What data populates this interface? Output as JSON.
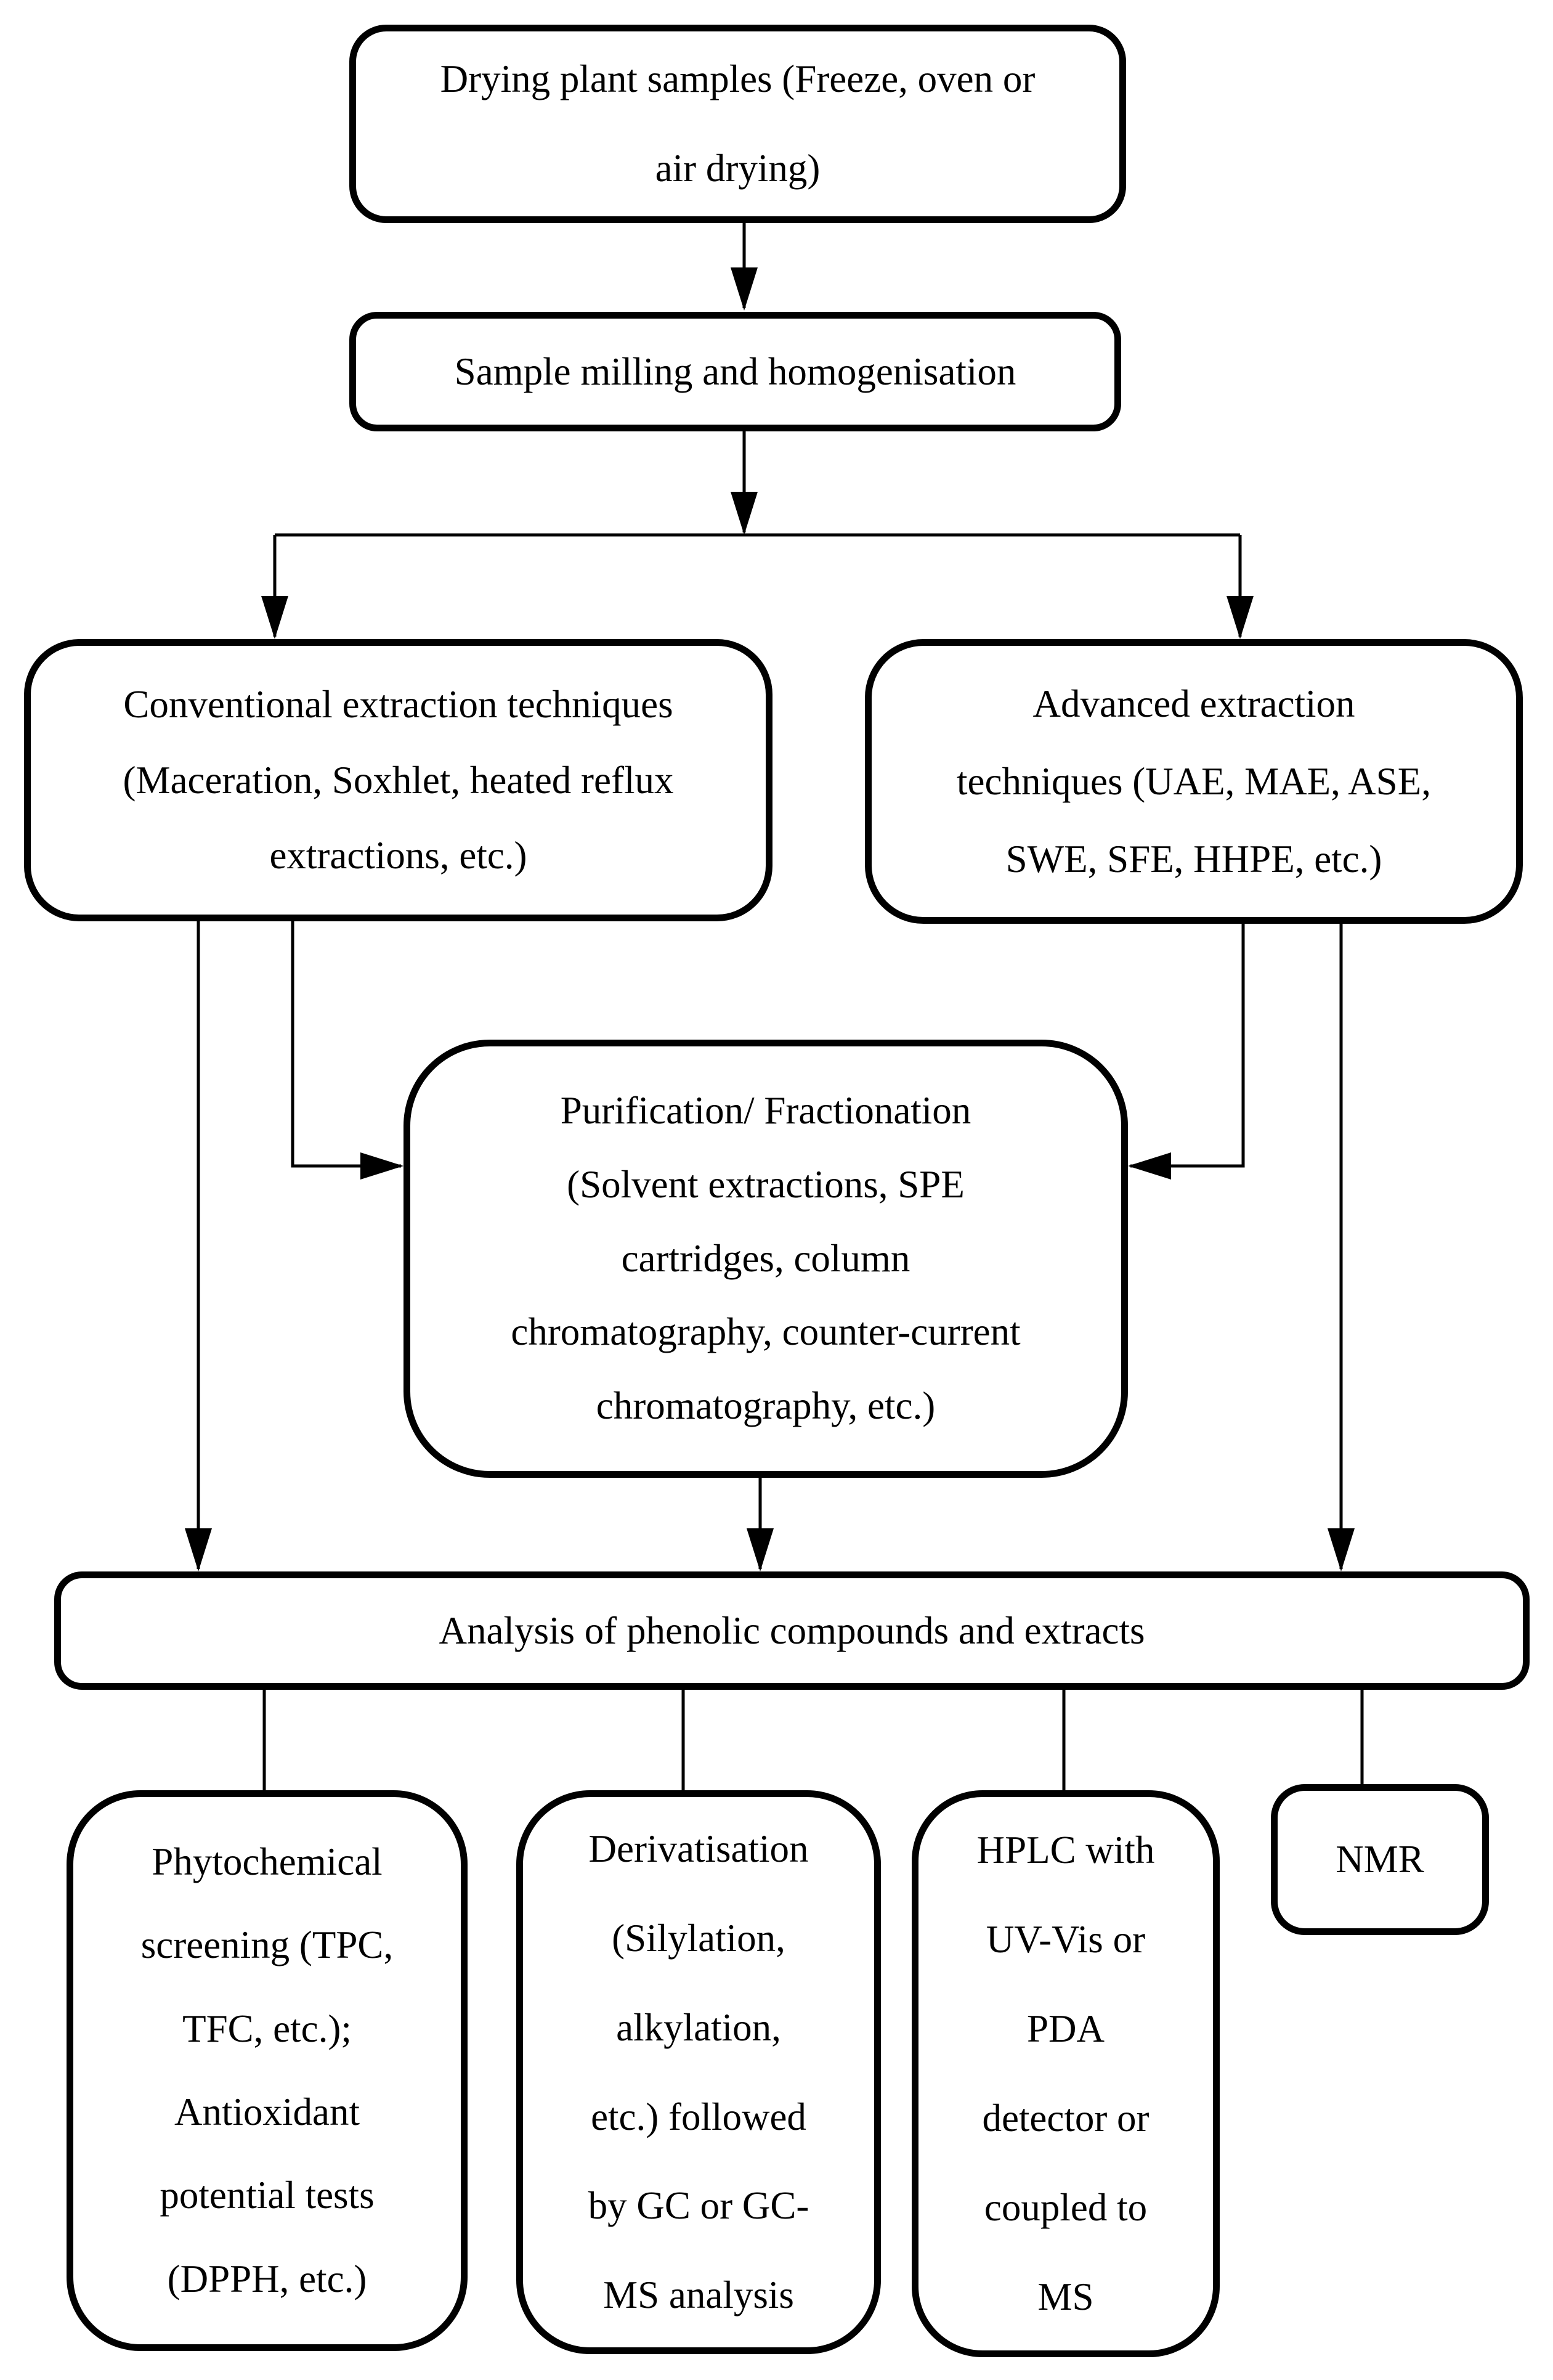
{
  "diagram": {
    "type": "flowchart",
    "colors": {
      "stroke": "#000000",
      "background": "#ffffff",
      "text": "#000000"
    },
    "nodes": {
      "drying": {
        "label": "Drying plant samples (Freeze, oven or air drying)",
        "lines": [
          "Drying plant samples (Freeze, oven or",
          "air drying)"
        ]
      },
      "milling": {
        "label": "Sample milling and homogenisation",
        "lines": [
          "Sample milling and homogenisation"
        ]
      },
      "conventional": {
        "label": "Conventional extraction techniques (Maceration, Soxhlet, heated reflux extractions, etc.)",
        "lines": [
          "Conventional extraction techniques",
          "(Maceration, Soxhlet, heated reflux",
          "extractions, etc.)"
        ]
      },
      "advanced": {
        "label": "Advanced extraction techniques (UAE, MAE, ASE, SWE, SFE, HHPE, etc.)",
        "lines": [
          "Advanced extraction",
          "techniques (UAE, MAE, ASE,",
          "SWE, SFE, HHPE, etc.)"
        ]
      },
      "purification": {
        "label": "Purification/ Fractionation (Solvent extractions, SPE cartridges, column chromatography, counter-current chromatography, etc.)",
        "lines": [
          "Purification/ Fractionation",
          "(Solvent extractions, SPE",
          "cartridges, column",
          "chromatography, counter-current",
          "chromatography, etc.)"
        ]
      },
      "analysis": {
        "label": "Analysis of phenolic compounds and extracts",
        "lines": [
          "Analysis of phenolic compounds and extracts"
        ]
      },
      "phytochemical": {
        "label": "Phytochemical screening (TPC, TFC, etc.); Antioxidant potential tests (DPPH, etc.)",
        "lines": [
          "Phytochemical",
          "screening (TPC,",
          "TFC, etc.);",
          "Antioxidant",
          "potential tests",
          "(DPPH, etc.)"
        ]
      },
      "derivatisation": {
        "label": "Derivatisation (Silylation, alkylation, etc.) followed by GC or GC-MS analysis",
        "lines": [
          "Derivatisation",
          "(Silylation,",
          "alkylation,",
          "etc.) followed",
          "by GC or GC-",
          "MS analysis"
        ]
      },
      "hplc": {
        "label": "HPLC with UV-Vis or PDA detector or coupled to MS",
        "lines": [
          "HPLC with",
          "UV-Vis or",
          "PDA",
          "detector or",
          "coupled to",
          "MS"
        ]
      },
      "nmr": {
        "label": "NMR",
        "lines": [
          "NMR"
        ]
      }
    },
    "edges": [
      {
        "from": "drying",
        "to": "milling",
        "arrow": true
      },
      {
        "from": "milling",
        "to": "branch-point",
        "arrow": true
      },
      {
        "from": "branch-point",
        "to": "conventional",
        "arrow": true
      },
      {
        "from": "branch-point",
        "to": "advanced",
        "arrow": true
      },
      {
        "from": "conventional",
        "to": "purification",
        "arrow": true
      },
      {
        "from": "conventional",
        "to": "analysis",
        "arrow": true
      },
      {
        "from": "advanced",
        "to": "purification",
        "arrow": true
      },
      {
        "from": "advanced",
        "to": "analysis",
        "arrow": true
      },
      {
        "from": "purification",
        "to": "analysis",
        "arrow": true
      },
      {
        "from": "analysis",
        "to": "phytochemical",
        "arrow": false
      },
      {
        "from": "analysis",
        "to": "derivatisation",
        "arrow": false
      },
      {
        "from": "analysis",
        "to": "hplc",
        "arrow": false
      },
      {
        "from": "analysis",
        "to": "nmr",
        "arrow": false
      }
    ]
  }
}
